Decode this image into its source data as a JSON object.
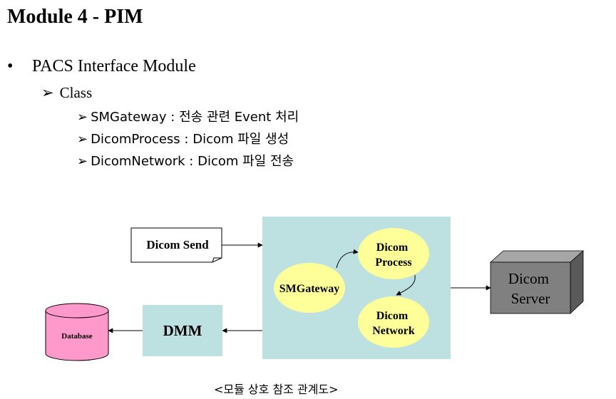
{
  "title": "Module 4 - PIM",
  "bullet": {
    "marker": "•",
    "text": "PACS Interface Module"
  },
  "sub": {
    "marker": "➢",
    "text": "Class"
  },
  "items": [
    {
      "marker": "➢",
      "name": "SMGateway",
      "sep": " : ",
      "desc": "전송 관련 Event 처리"
    },
    {
      "marker": "➢",
      "name": "DicomProcess",
      "sep": " : ",
      "desc": "Dicom 파일 생성"
    },
    {
      "marker": "➢",
      "name": "DicomNetwork",
      "sep": " : ",
      "desc": "Dicom 파일 전송"
    }
  ],
  "diagram": {
    "dicom_send": "Dicom Send",
    "smgateway": "SMGateway",
    "dicom_process": [
      "Dicom",
      "Process"
    ],
    "dicom_network": [
      "Dicom",
      "Network"
    ],
    "dicom_server": [
      "Dicom",
      "Server"
    ],
    "dmm": "DMM",
    "database": "Database",
    "colors": {
      "module_bg": "#bde0e0",
      "ellipse": "#ffff99",
      "dmm_bg": "#bde0e0",
      "server_front": "#808080",
      "server_top": "#a6a6a6",
      "server_side": "#595959",
      "database": "#ff99cc"
    }
  },
  "caption": "<모듈 상호 참조 관계도>"
}
